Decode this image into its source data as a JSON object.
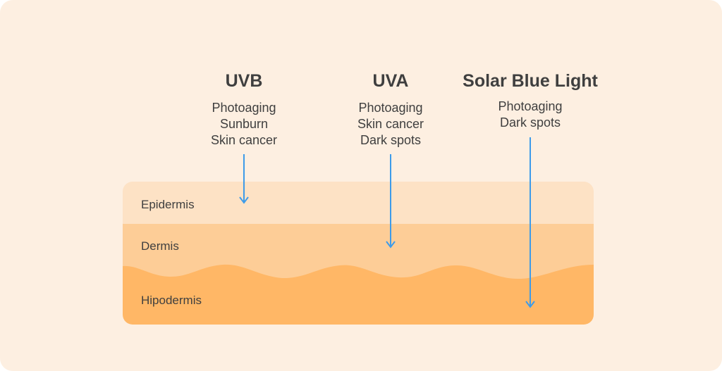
{
  "radiation": [
    {
      "name": "UVB",
      "effects": [
        "Photoaging",
        "Sunburn",
        "Skin cancer"
      ]
    },
    {
      "name": "UVA",
      "effects": [
        "Photoaging",
        "Skin cancer",
        "Dark spots"
      ]
    },
    {
      "name": "Solar Blue Light",
      "effects": [
        "Photoaging",
        "Dark spots"
      ]
    }
  ],
  "layers": {
    "epidermis": "Epidermis",
    "dermis": "Dermis",
    "hipodermis": "Hipodermis"
  },
  "colors": {
    "background": "#fdefe1",
    "epidermis": "#fde2c5",
    "dermis": "#fdcd97",
    "hipodermis": "#ffb766",
    "arrow": "#3d9be9",
    "text": "#3f3f3f"
  }
}
